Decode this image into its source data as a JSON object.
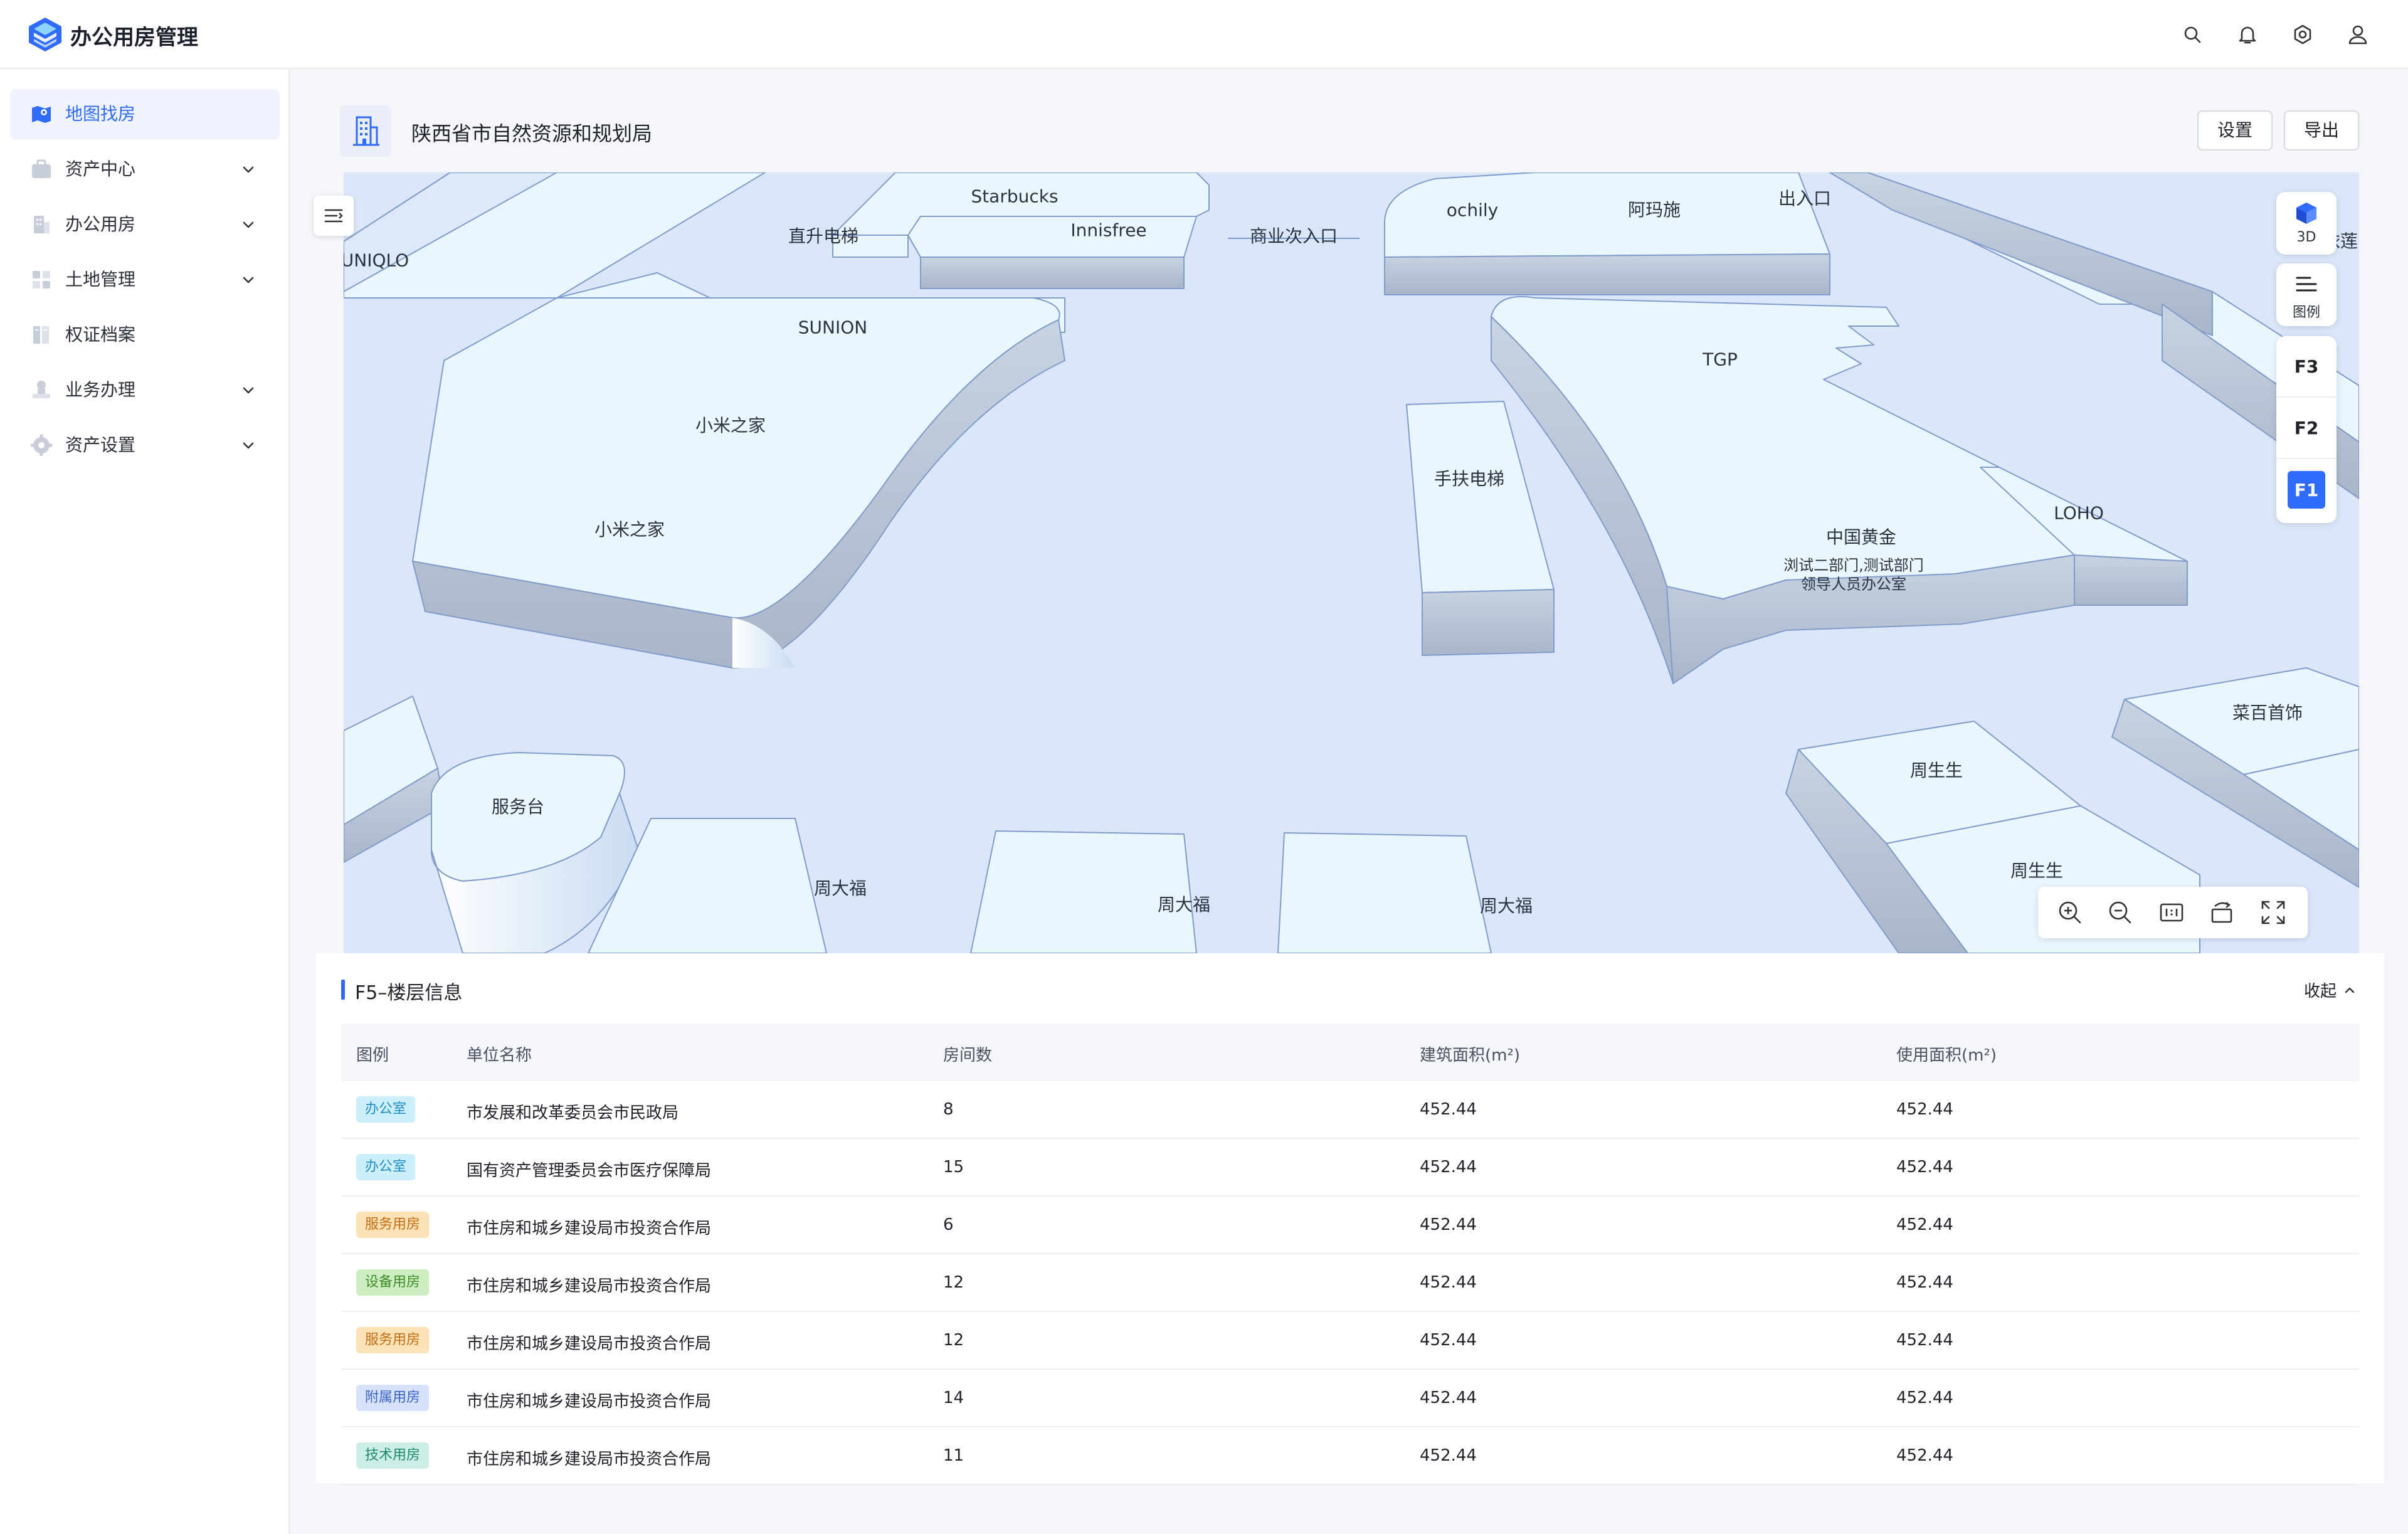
{
  "app": {
    "title": "办公用房管理"
  },
  "sidebar": {
    "items": [
      {
        "label": "地图找房",
        "icon": "map-icon"
      },
      {
        "label": "资产中心",
        "icon": "briefcase-icon"
      },
      {
        "label": "办公用房",
        "icon": "building-icon"
      },
      {
        "label": "土地管理",
        "icon": "grid-icon"
      },
      {
        "label": "权证档案",
        "icon": "archive-icon"
      },
      {
        "label": "业务办理",
        "icon": "user-stamp-icon"
      },
      {
        "label": "资产设置",
        "icon": "gear-icon"
      }
    ]
  },
  "header": {
    "org_name": "陕西省市自然资源和规划局",
    "settings_label": "设置",
    "export_label": "导出"
  },
  "map": {
    "labels": [
      "Starbucks",
      "Innisfree",
      "直升电梯",
      "商业次入口",
      "ochily",
      "阿玛施",
      "出入口",
      "阿依莲",
      "UNIQLO",
      "SUNION",
      "TGP",
      "小米之家",
      "小米之家",
      "手扶电梯",
      "中国黄金",
      "浏试二部门,测试部门",
      "领导人员办公室",
      "LOHO",
      "菜百首饰",
      "服务台",
      "周生生",
      "周生生",
      "周大福",
      "周大福",
      "周大福"
    ],
    "controls": {
      "view_3d": "3D",
      "legend": "图例",
      "floors": [
        "F3",
        "F2",
        "F1"
      ],
      "active_floor": "F1"
    }
  },
  "panel": {
    "title": "F5–楼层信息",
    "collapse_label": "收起",
    "columns": [
      "图例",
      "单位名称",
      "房间数",
      "建筑面积(m²)",
      "使用面积(m²)"
    ],
    "rows": [
      {
        "tag": "办公室",
        "tag_color": "#cdeefc",
        "tag_text": "#1d8fc5",
        "unit": "市发展和改革委员会市民政局",
        "rooms": "8",
        "build_area": "452.44",
        "use_area": "452.44"
      },
      {
        "tag": "办公室",
        "tag_color": "#cdeefc",
        "tag_text": "#1d8fc5",
        "unit": "国有资产管理委员会市医疗保障局",
        "rooms": "15",
        "build_area": "452.44",
        "use_area": "452.44"
      },
      {
        "tag": "服务用房",
        "tag_color": "#fde2b8",
        "tag_text": "#c46f12",
        "unit": "市住房和城乡建设局市投资合作局",
        "rooms": "6",
        "build_area": "452.44",
        "use_area": "452.44"
      },
      {
        "tag": "设备用房",
        "tag_color": "#cdeec0",
        "tag_text": "#3f8c2b",
        "unit": "市住房和城乡建设局市投资合作局",
        "rooms": "12",
        "build_area": "452.44",
        "use_area": "452.44"
      },
      {
        "tag": "服务用房",
        "tag_color": "#fde2b8",
        "tag_text": "#c46f12",
        "unit": "市住房和城乡建设局市投资合作局",
        "rooms": "12",
        "build_area": "452.44",
        "use_area": "452.44"
      },
      {
        "tag": "附属用房",
        "tag_color": "#d6e1fb",
        "tag_text": "#3c62c8",
        "unit": "市住房和城乡建设局市投资合作局",
        "rooms": "14",
        "build_area": "452.44",
        "use_area": "452.44"
      },
      {
        "tag": "技术用房",
        "tag_color": "#cdeee6",
        "tag_text": "#1f8a72",
        "unit": "市住房和城乡建设局市投资合作局",
        "rooms": "11",
        "build_area": "452.44",
        "use_area": "452.44"
      }
    ]
  },
  "colors": {
    "accent": "#2f6bff",
    "map_bg": "#dbe6f8",
    "block_top": "#eaf6fd",
    "block_side": "#b9c7da"
  }
}
